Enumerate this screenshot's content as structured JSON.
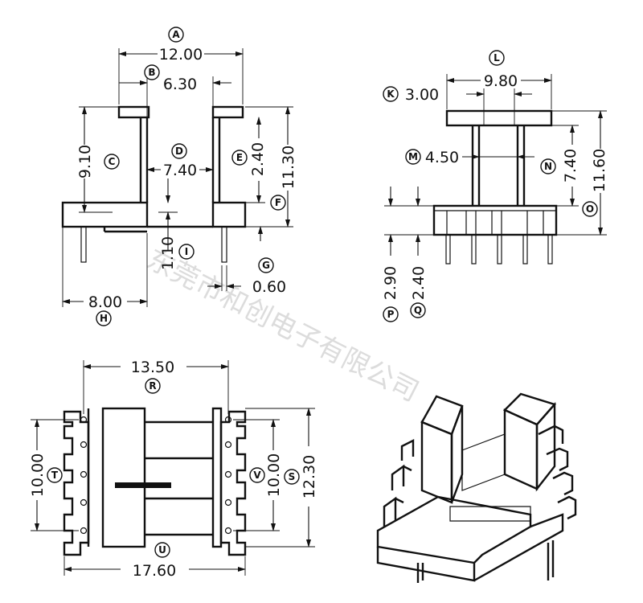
{
  "watermark": "东莞市和创电子有限公司",
  "labels": {
    "A": "A",
    "B": "B",
    "C": "C",
    "D": "D",
    "E": "E",
    "F": "F",
    "G": "G",
    "H": "H",
    "I": "I",
    "K": "K",
    "L": "L",
    "M": "M",
    "N": "N",
    "O": "O",
    "P": "P",
    "Q": "Q",
    "R": "R",
    "S": "S",
    "T": "T",
    "U": "U",
    "V": "V"
  },
  "dims": {
    "A": "12.00",
    "B": "6.30",
    "C": "9.10",
    "D": "7.40",
    "E": "2.40",
    "E_total": "11.30",
    "G": "0.60",
    "H": "8.00",
    "I": "1.10",
    "K": "3.00",
    "L": "9.80",
    "M": "4.50",
    "N": "7.40",
    "O": "11.60",
    "P": "2.90",
    "Q": "2.40",
    "R": "13.50",
    "S": "12.30",
    "T": "10.00",
    "U": "17.60",
    "V": "10.00"
  }
}
